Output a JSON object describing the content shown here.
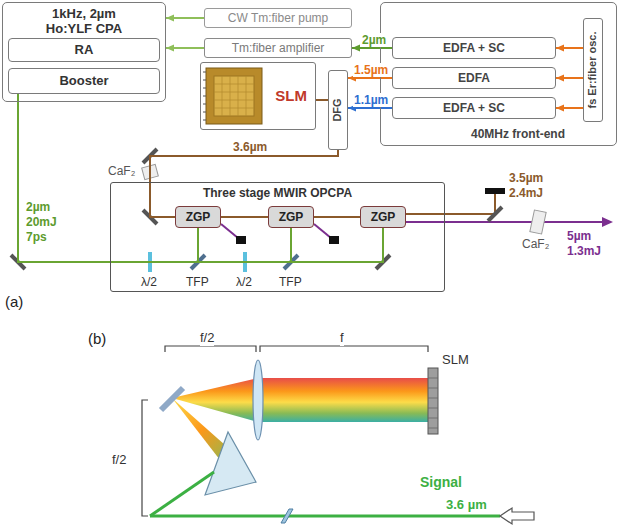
{
  "diagram": {
    "nodes": [
      {
        "text": [
          "1kHz, 2µm Ho:YLF CPA"
        ]
      },
      {
        "text": [
          "RA"
        ],
        "in": 0
      },
      {
        "text": [
          "Booster"
        ],
        "in": 0
      },
      {
        "text": [
          "CW Tm:fiber pump"
        ]
      },
      {
        "text": [
          "Tm:fiber amplifier"
        ]
      },
      {
        "text": [
          "40MHz front-end"
        ]
      },
      {
        "text": [
          "EDFA + SC"
        ],
        "in": 5
      },
      {
        "text": [
          "EDFA"
        ],
        "in": 5
      },
      {
        "text": [
          "EDFA + SC"
        ],
        "in": 5
      },
      {
        "text": [
          "fs Er:fiber osc."
        ],
        "in": 5
      },
      {
        "text": [
          "SLM"
        ]
      },
      {
        "text": [
          "DFG"
        ]
      },
      {
        "text": [
          "Three stage MWIR OPCPA"
        ]
      },
      {
        "text": [
          "ZGP"
        ],
        "in": 12
      },
      {
        "text": [
          "ZGP"
        ],
        "in": 12
      },
      {
        "text": [
          "ZGP"
        ],
        "in": 12
      }
    ],
    "edges": [
      {
        "from": 3,
        "to": 0,
        "arrow": "to"
      },
      {
        "from": 4,
        "to": 0,
        "arrow": "to"
      },
      {
        "from": 6,
        "to": 4,
        "label": "2µm",
        "arrow": "to"
      },
      {
        "from": 9,
        "to": 6,
        "arrow": "to"
      },
      {
        "from": 9,
        "to": 7,
        "arrow": "to"
      },
      {
        "from": 9,
        "to": 8,
        "arrow": "to"
      },
      {
        "from": 7,
        "to": 11,
        "label": "1.5µm",
        "arrow": "to"
      },
      {
        "from": 8,
        "to": 11,
        "label": "1.1µm",
        "arrow": "to"
      },
      {
        "from": 11,
        "to": 10,
        "arrow": "none"
      },
      {
        "from": 11,
        "to": 13,
        "label": "3.6µm",
        "arrow": "none"
      },
      {
        "from": 2,
        "to": 13,
        "arrow": "none"
      },
      {
        "from": 2,
        "to": 14,
        "arrow": "none"
      },
      {
        "from": 2,
        "to": 15,
        "arrow": "none"
      },
      {
        "from": 13,
        "to": 14,
        "arrow": "none"
      },
      {
        "from": 14,
        "to": 15,
        "arrow": "none"
      }
    ],
    "labels": [
      "CaF₂",
      "2µm 20mJ 7ps",
      "λ/2",
      "TFP",
      "λ/2",
      "TFP",
      "3.5µm 2.4mJ",
      "CaF₂",
      "5µm 1.3mJ",
      "(a)",
      "f/2",
      "f",
      "SLM",
      "f/2",
      "Signal",
      "3.6 µm",
      "(b)"
    ]
  }
}
